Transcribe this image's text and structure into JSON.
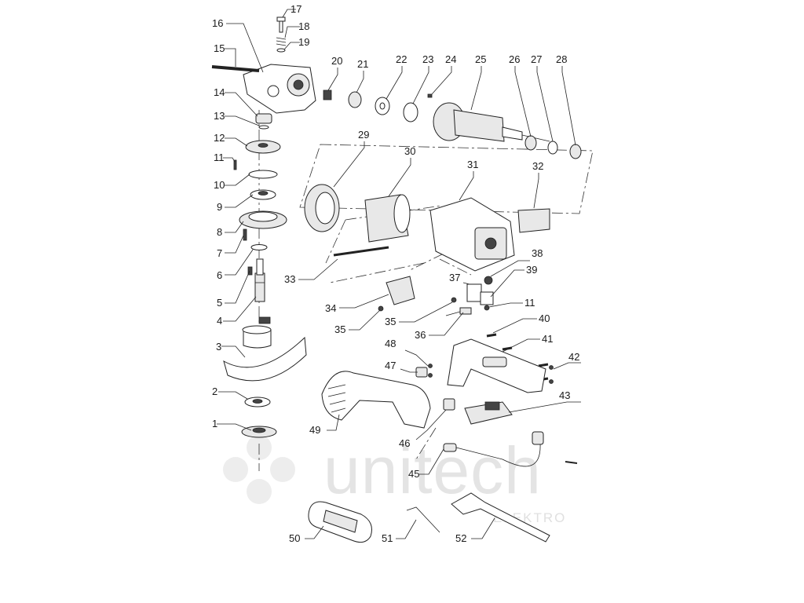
{
  "watermark": {
    "brand": "unitech",
    "sub": "ELEKTRO"
  },
  "callouts": [
    {
      "id": "c1",
      "num": "1"
    },
    {
      "id": "c2",
      "num": "2"
    },
    {
      "id": "c3",
      "num": "3"
    },
    {
      "id": "c4",
      "num": "4"
    },
    {
      "id": "c5",
      "num": "5"
    },
    {
      "id": "c6",
      "num": "6"
    },
    {
      "id": "c7",
      "num": "7"
    },
    {
      "id": "c8",
      "num": "8"
    },
    {
      "id": "c9",
      "num": "9"
    },
    {
      "id": "c10",
      "num": "10"
    },
    {
      "id": "c11a",
      "num": "11"
    },
    {
      "id": "c12",
      "num": "12"
    },
    {
      "id": "c13",
      "num": "13"
    },
    {
      "id": "c14",
      "num": "14"
    },
    {
      "id": "c15",
      "num": "15"
    },
    {
      "id": "c16",
      "num": "16"
    },
    {
      "id": "c17",
      "num": "17"
    },
    {
      "id": "c18",
      "num": "18"
    },
    {
      "id": "c19",
      "num": "19"
    },
    {
      "id": "c20",
      "num": "20"
    },
    {
      "id": "c21",
      "num": "21"
    },
    {
      "id": "c22",
      "num": "22"
    },
    {
      "id": "c23",
      "num": "23"
    },
    {
      "id": "c24",
      "num": "24"
    },
    {
      "id": "c25",
      "num": "25"
    },
    {
      "id": "c26",
      "num": "26"
    },
    {
      "id": "c27",
      "num": "27"
    },
    {
      "id": "c28",
      "num": "28"
    },
    {
      "id": "c29",
      "num": "29"
    },
    {
      "id": "c30",
      "num": "30"
    },
    {
      "id": "c31",
      "num": "31"
    },
    {
      "id": "c32",
      "num": "32"
    },
    {
      "id": "c33",
      "num": "33"
    },
    {
      "id": "c34",
      "num": "34"
    },
    {
      "id": "c35a",
      "num": "35"
    },
    {
      "id": "c35b",
      "num": "35"
    },
    {
      "id": "c36",
      "num": "36"
    },
    {
      "id": "c37",
      "num": "37"
    },
    {
      "id": "c38",
      "num": "38"
    },
    {
      "id": "c39",
      "num": "39"
    },
    {
      "id": "c11b",
      "num": "11"
    },
    {
      "id": "c40",
      "num": "40"
    },
    {
      "id": "c41",
      "num": "41"
    },
    {
      "id": "c42",
      "num": "42"
    },
    {
      "id": "c43",
      "num": "43"
    },
    {
      "id": "c45",
      "num": "45"
    },
    {
      "id": "c46",
      "num": "46"
    },
    {
      "id": "c47",
      "num": "47"
    },
    {
      "id": "c48",
      "num": "48"
    },
    {
      "id": "c49",
      "num": "49"
    },
    {
      "id": "c50",
      "num": "50"
    },
    {
      "id": "c51",
      "num": "51"
    },
    {
      "id": "c52",
      "num": "52"
    }
  ]
}
